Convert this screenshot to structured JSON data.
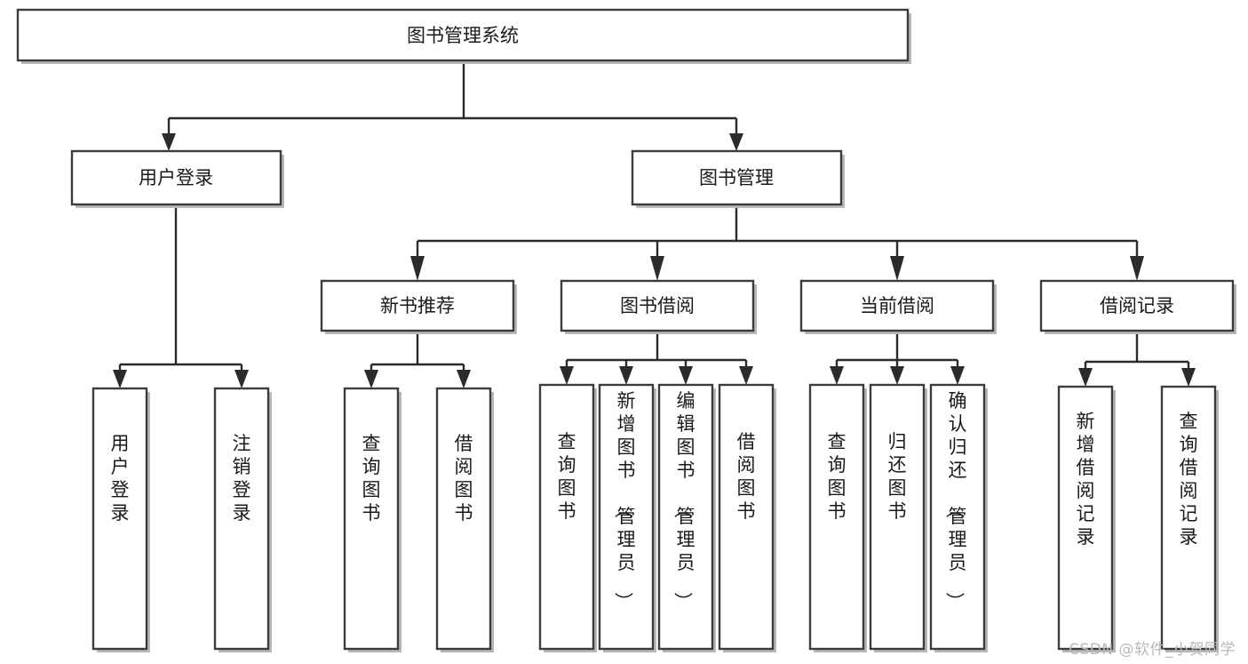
{
  "diagram": {
    "title": "图书管理系统",
    "type": "tree",
    "watermark": "CSDN @软件_小贺同学",
    "colors": {
      "box_fill": "#ffffff",
      "box_stroke": "#3c3c3c",
      "connector": "#2b2b2b",
      "text": "#1a1a1a",
      "watermark": "#b9b9b9"
    },
    "levels": {
      "root": {
        "label": "图书管理系统"
      },
      "level1": [
        {
          "label": "用户登录"
        },
        {
          "label": "图书管理"
        }
      ],
      "level2": [
        {
          "label": "新书推荐"
        },
        {
          "label": "图书借阅"
        },
        {
          "label": "当前借阅"
        },
        {
          "label": "借阅记录"
        }
      ]
    },
    "leaves": {
      "user_login": [
        {
          "label": "用户登录"
        },
        {
          "label": "注销登录"
        }
      ],
      "new_book_recommend": [
        {
          "label": "查询图书"
        },
        {
          "label": "借阅图书"
        }
      ],
      "book_borrow": [
        {
          "label": "查询图书"
        },
        {
          "label": "新增图书（管理员）"
        },
        {
          "label": "编辑图书（管理员）"
        },
        {
          "label": "借阅图书"
        }
      ],
      "current_borrow": [
        {
          "label": "查询图书"
        },
        {
          "label": "归还图书"
        },
        {
          "label": "确认归还（管理员）"
        }
      ],
      "borrow_record": [
        {
          "label": "新增借阅记录"
        },
        {
          "label": "查询借阅记录"
        }
      ]
    }
  }
}
